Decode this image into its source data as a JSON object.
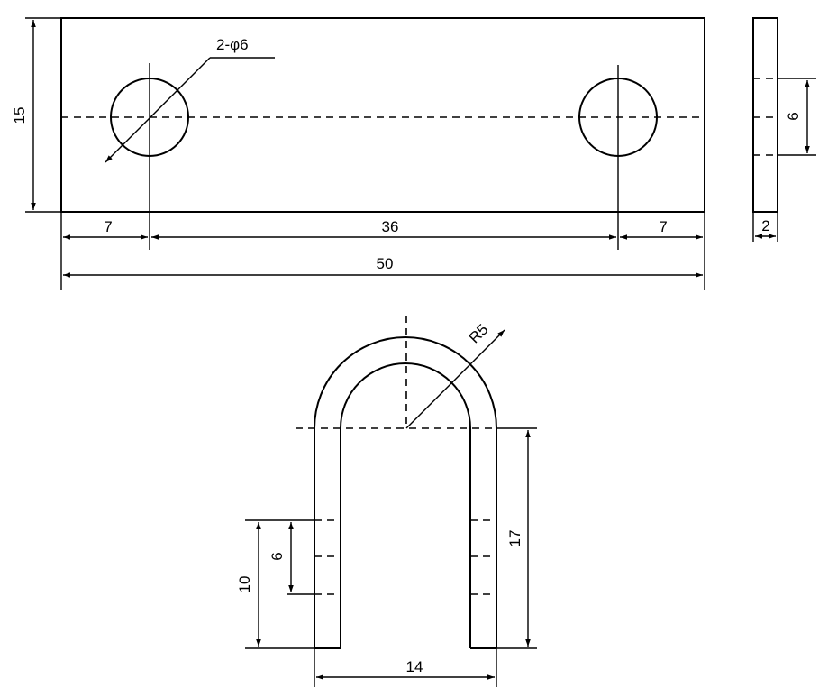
{
  "dims": {
    "holes": "2-φ6",
    "height": "15",
    "left_offset": "7",
    "center_span": "36",
    "right_offset": "7",
    "overall_length": "50",
    "side_slot": "6",
    "thickness": "2",
    "radius": "R5",
    "vertical_height": "17",
    "leg_span": "10",
    "leg_slot": "6",
    "width": "14"
  }
}
